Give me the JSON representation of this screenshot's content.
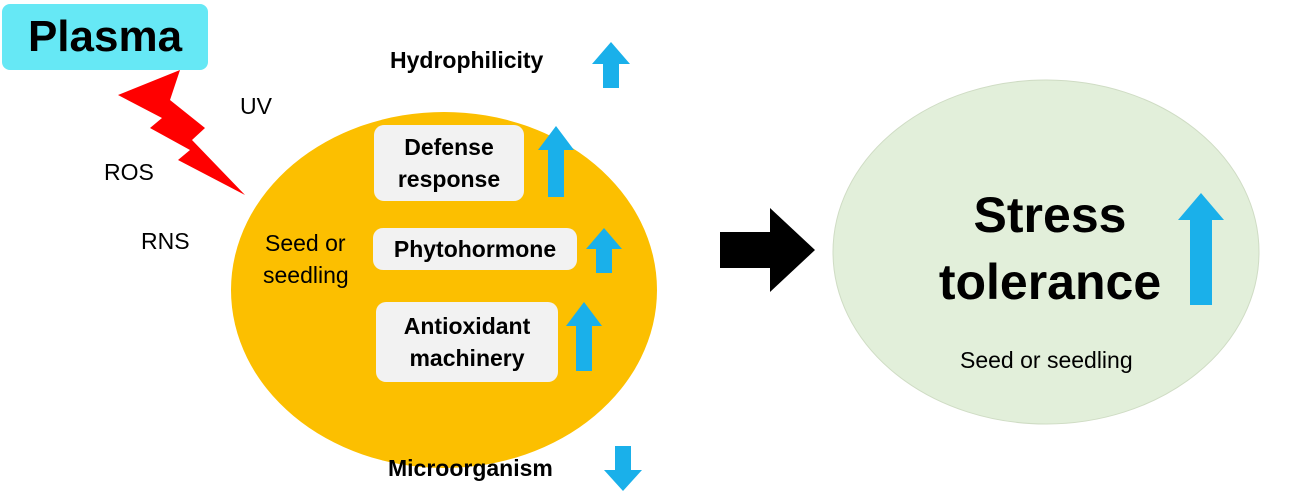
{
  "plasma": {
    "label": "Plasma"
  },
  "emissions": [
    "UV",
    "ROS",
    "RNS"
  ],
  "center": {
    "label_line1": "Seed or",
    "label_line2": "seedling"
  },
  "effects": {
    "hydrophilicity": "Hydrophilicity",
    "microorganism": "Microorganism",
    "defense_line1": "Defense",
    "defense_line2": "response",
    "phytohormone": "Phytohormone",
    "antioxidant_line1": "Antioxidant",
    "antioxidant_line2": "machinery"
  },
  "result": {
    "title_line1": "Stress",
    "title_line2": "tolerance",
    "subtitle": "Seed or seedling"
  },
  "colors": {
    "plasma_box": "#66e8f5",
    "lightning": "#ff0000",
    "seed_ellipse": "#fcbf00",
    "result_ellipse": "#e2efda",
    "up_arrow": "#1ab0ea",
    "down_arrow": "#1ab0ea",
    "main_arrow": "#000000",
    "inner_box": "#f2f2f2"
  }
}
